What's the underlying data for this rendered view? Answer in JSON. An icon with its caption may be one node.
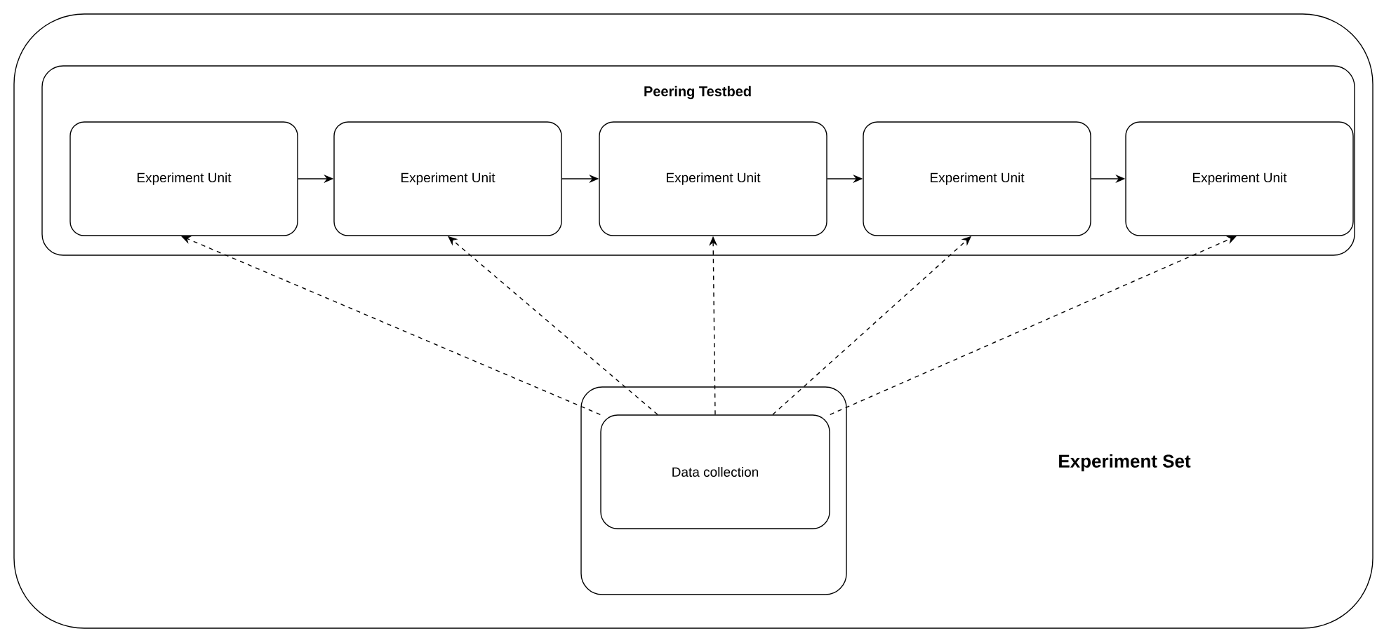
{
  "diagram": {
    "nodes": [
      {
        "text": [
          "Experiment Set"
        ]
      },
      {
        "text": [
          "Peering Testbed"
        ],
        "in": 0
      },
      {
        "text": [
          "Experiment Unit"
        ],
        "in": 1
      },
      {
        "text": [
          "Experiment Unit"
        ],
        "in": 1
      },
      {
        "text": [
          "Experiment Unit"
        ],
        "in": 1
      },
      {
        "text": [
          "Experiment Unit"
        ],
        "in": 1
      },
      {
        "text": [
          "Experiment Unit"
        ],
        "in": 1
      },
      {
        "text": [],
        "shape": "box",
        "in": 0
      },
      {
        "text": [
          "Data collection"
        ],
        "in": 7
      }
    ],
    "edges": [
      {
        "from": 2,
        "to": 3,
        "arrow": "to"
      },
      {
        "from": 3,
        "to": 4,
        "arrow": "to"
      },
      {
        "from": 4,
        "to": 5,
        "arrow": "to"
      },
      {
        "from": 5,
        "to": 6,
        "arrow": "to"
      },
      {
        "from": 8,
        "to": 2,
        "arrow": "to",
        "style": "dashed"
      },
      {
        "from": 8,
        "to": 3,
        "arrow": "to",
        "style": "dashed"
      },
      {
        "from": 8,
        "to": 4,
        "arrow": "to",
        "style": "dashed"
      },
      {
        "from": 8,
        "to": 5,
        "arrow": "to",
        "style": "dashed"
      },
      {
        "from": 8,
        "to": 6,
        "arrow": "to",
        "style": "dashed"
      }
    ]
  }
}
